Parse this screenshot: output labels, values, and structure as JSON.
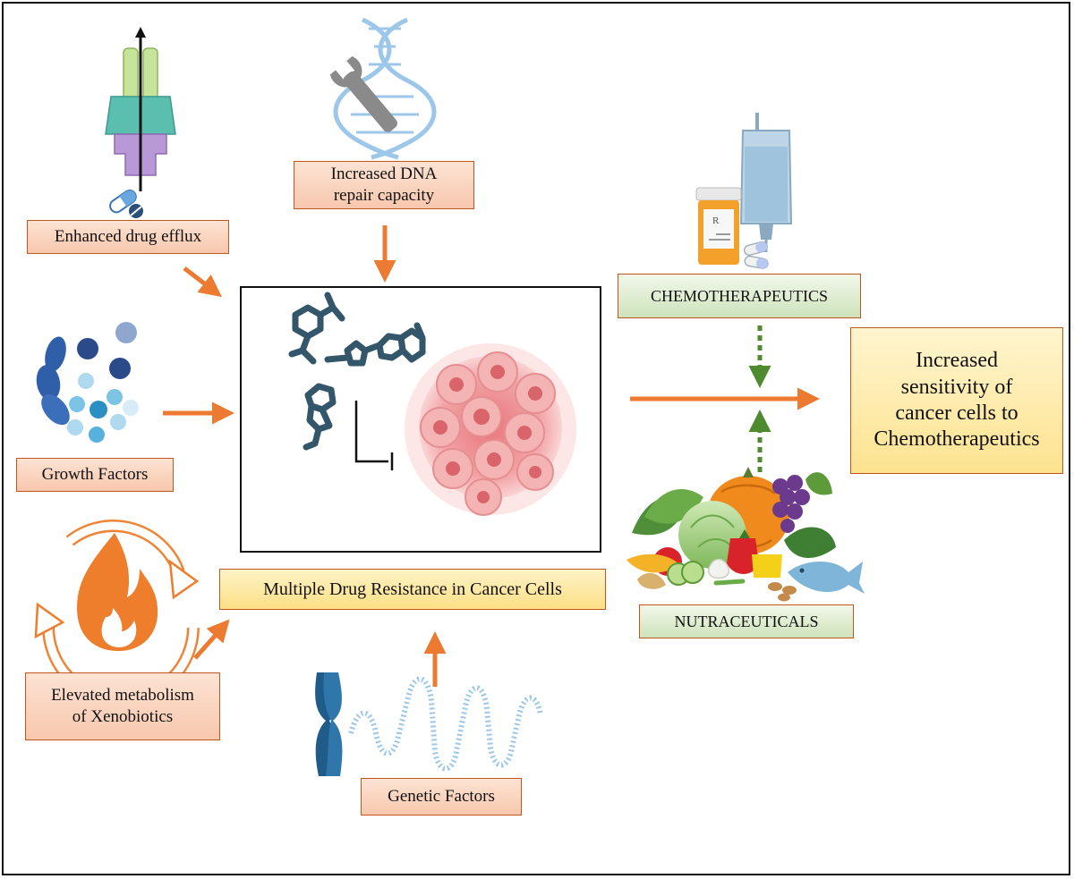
{
  "labels": {
    "drug_efflux": "Enhanced drug efflux",
    "dna_repair_line1": "Increased DNA",
    "dna_repair_line2": "repair capacity",
    "growth_factors": "Growth Factors",
    "mdr": "Multiple Drug Resistance in Cancer Cells",
    "xenobiotics_line1": "Elevated metabolism",
    "xenobiotics_line2": "of Xenobiotics",
    "genetic_factors": "Genetic Factors",
    "chemotherapeutics": "CHEMOTHERAPEUTICS",
    "nutraceuticals": "NUTRACEUTICALS",
    "result_line1": "Increased",
    "result_line2": "sensitivity of",
    "result_line3": "cancer cells to",
    "result_line4": "Chemotherapeutics"
  },
  "colors": {
    "arrow": "#ec7a30",
    "dashed_arrow": "#4e8a2e",
    "box_border": "#c0561f",
    "molecule": "#34566b",
    "dna": "#9cc7e8",
    "chromosome": "#1f5c8a",
    "flame": "#ee7d2c"
  },
  "icons": {
    "efflux_pump": "efflux-pump-icon",
    "dna_repair": "dna-wrench-icon",
    "growth_factors": "spheres-icon",
    "molecules": "drug-molecule-icon",
    "cancer_cells": "tumor-cluster-icon",
    "metabolism": "flame-cycle-icon",
    "genetics": "chromosome-dna-icon",
    "chemo": "pill-bottle-iv-bag-icon",
    "nutraceuticals": "fruits-vegetables-icon"
  }
}
